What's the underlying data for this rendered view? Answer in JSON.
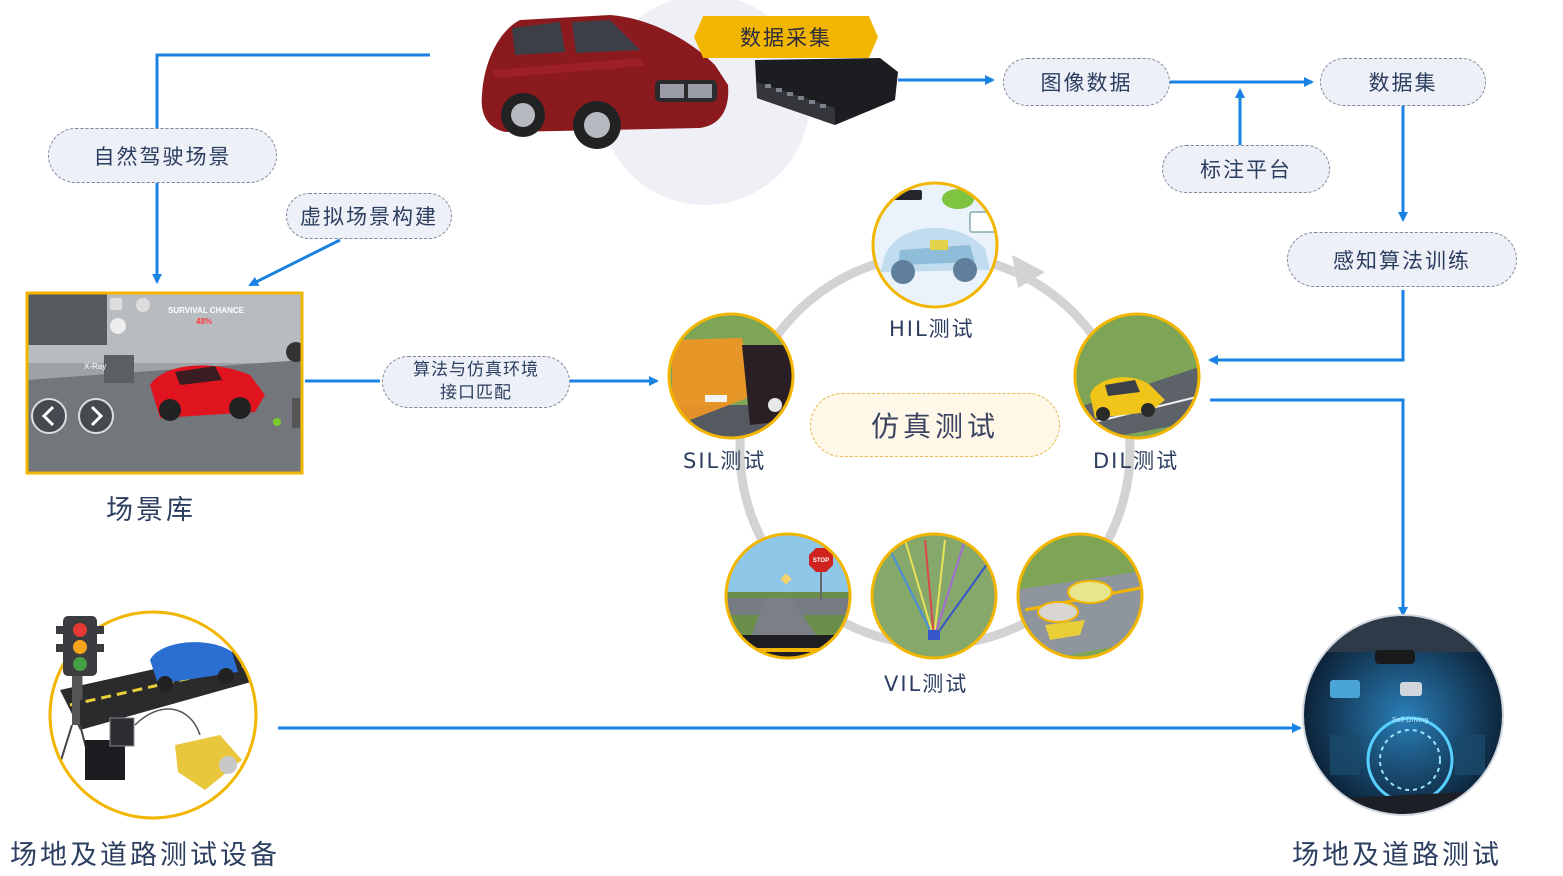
{
  "top": {
    "data_collection_badge": "数据采集",
    "image_data": "图像数据",
    "dataset": "数据集",
    "annotation_platform": "标注平台",
    "perception_training": "感知算法训练"
  },
  "left": {
    "natural_driving": "自然驾驶场景",
    "virtual_scene": "虚拟场景构建",
    "scene_library": "场景库",
    "interface_match_line1": "算法与仿真环境",
    "interface_match_line2": "接口匹配",
    "game_survival_title": "SURVIVAL CHANCE",
    "game_survival_value": "48%",
    "game_xray": "X-Ray"
  },
  "sim": {
    "center_label": "仿真测试",
    "hil": "HIL测试",
    "sil": "SIL测试",
    "dil": "DIL测试",
    "vil": "VIL测试",
    "stop_sign": "STOP"
  },
  "bottom": {
    "equipment": "场地及道路测试设备",
    "road_test": "场地及道路测试",
    "self_driving": "Self-Driving"
  },
  "colors": {
    "arrow": "#1a82e2",
    "gold": "#f2b600",
    "ring": "#d3d3d3",
    "text": "#2c3e60"
  }
}
